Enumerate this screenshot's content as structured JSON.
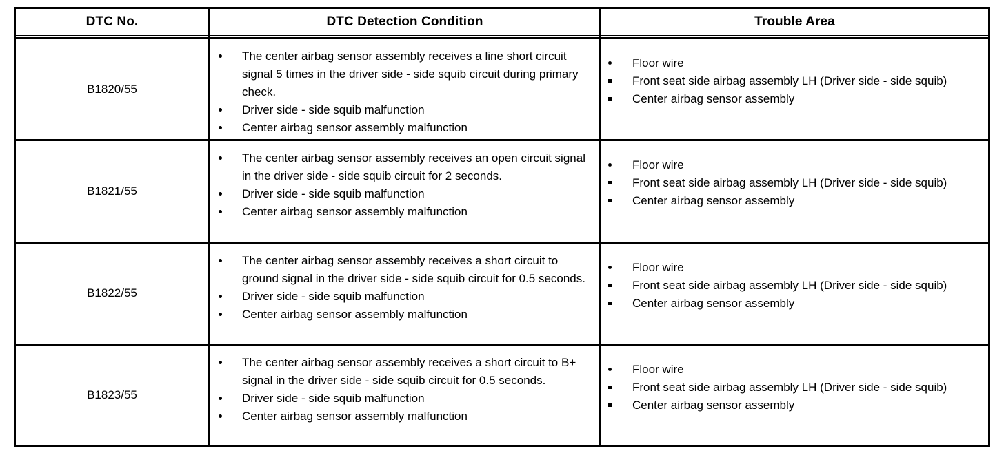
{
  "table": {
    "columns": [
      {
        "key": "dtc_no",
        "label": "DTC No."
      },
      {
        "key": "condition",
        "label": "DTC Detection Condition"
      },
      {
        "key": "trouble",
        "label": "Trouble Area"
      }
    ],
    "rows": [
      {
        "dtc_no": "B1820/55",
        "condition_items": [
          "The center airbag sensor assembly receives a line short circuit signal 5 times in the driver side - side squib circuit during primary check.",
          "Driver side - side squib malfunction",
          "Center airbag sensor assembly malfunction"
        ],
        "trouble_items": [
          "Floor wire",
          "Front seat side airbag assembly LH (Driver side - side squib)",
          "Center airbag sensor assembly"
        ]
      },
      {
        "dtc_no": "B1821/55",
        "condition_items": [
          "The center airbag sensor assembly receives an open circuit signal in the driver side - side squib circuit for 2 seconds.",
          "Driver side - side squib malfunction",
          "Center airbag sensor assembly malfunction"
        ],
        "trouble_items": [
          "Floor wire",
          "Front seat side airbag assembly LH (Driver side - side squib)",
          "Center airbag sensor assembly"
        ]
      },
      {
        "dtc_no": "B1822/55",
        "condition_items": [
          "The center airbag sensor assembly receives a short circuit to ground signal in the driver side - side squib circuit for 0.5 seconds.",
          "Driver side - side squib malfunction",
          "Center airbag sensor assembly malfunction"
        ],
        "trouble_items": [
          "Floor wire",
          "Front seat side airbag assembly LH (Driver side - side squib)",
          "Center airbag sensor assembly"
        ]
      },
      {
        "dtc_no": "B1823/55",
        "condition_items": [
          "The center airbag sensor assembly receives a short circuit to B+ signal in the driver side - side squib circuit for 0.5 seconds.",
          "Driver side - side squib malfunction",
          "Center airbag sensor assembly malfunction"
        ],
        "trouble_items": [
          "Floor wire",
          "Front seat side airbag assembly LH (Driver side - side squib)",
          "Center airbag sensor assembly"
        ]
      }
    ],
    "bullet_styles": {
      "condition": [
        "round",
        "round",
        "round"
      ],
      "trouble": [
        "round",
        "square",
        "square"
      ]
    }
  },
  "colors": {
    "border": "#000000",
    "text": "#000000",
    "background": "#ffffff"
  }
}
